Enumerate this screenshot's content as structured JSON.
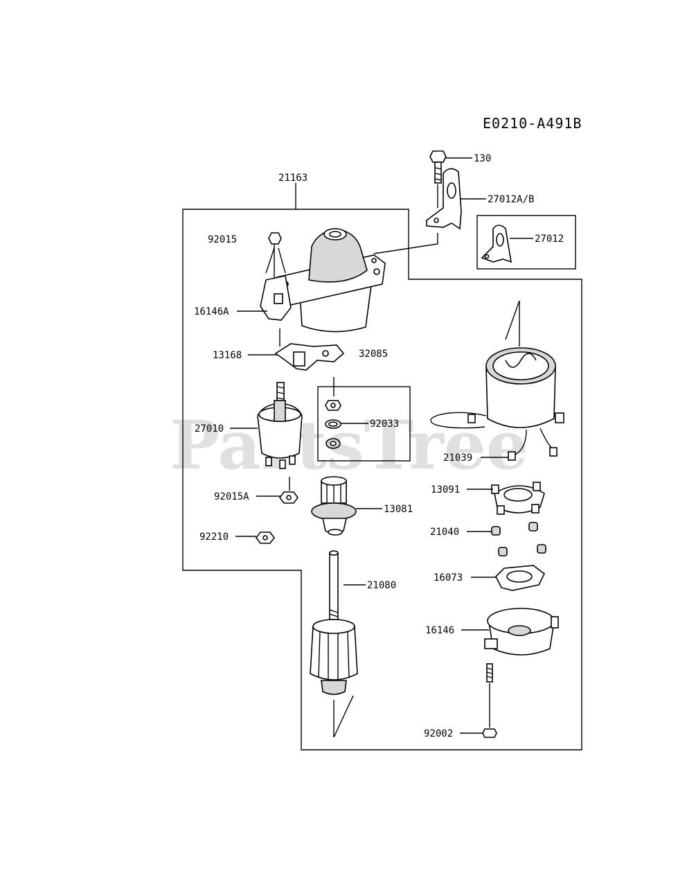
{
  "diagram_code": "E0210-A491B",
  "watermark": "PartsTree",
  "watermark_mark": "TM",
  "callouts": {
    "p130": "130",
    "p27012ab": "27012A/B",
    "p27012": "27012",
    "p21163": "21163",
    "p92015": "92015",
    "p16146a": "16146A",
    "p13168": "13168",
    "p32085": "32085",
    "p27010": "27010",
    "p92033": "92033",
    "p21039": "21039",
    "p92015a": "92015A",
    "p13081": "13081",
    "p13091": "13091",
    "p92210": "92210",
    "p21040": "21040",
    "p16073": "16073",
    "p21080": "21080",
    "p16146": "16146",
    "p92002": "92002"
  }
}
